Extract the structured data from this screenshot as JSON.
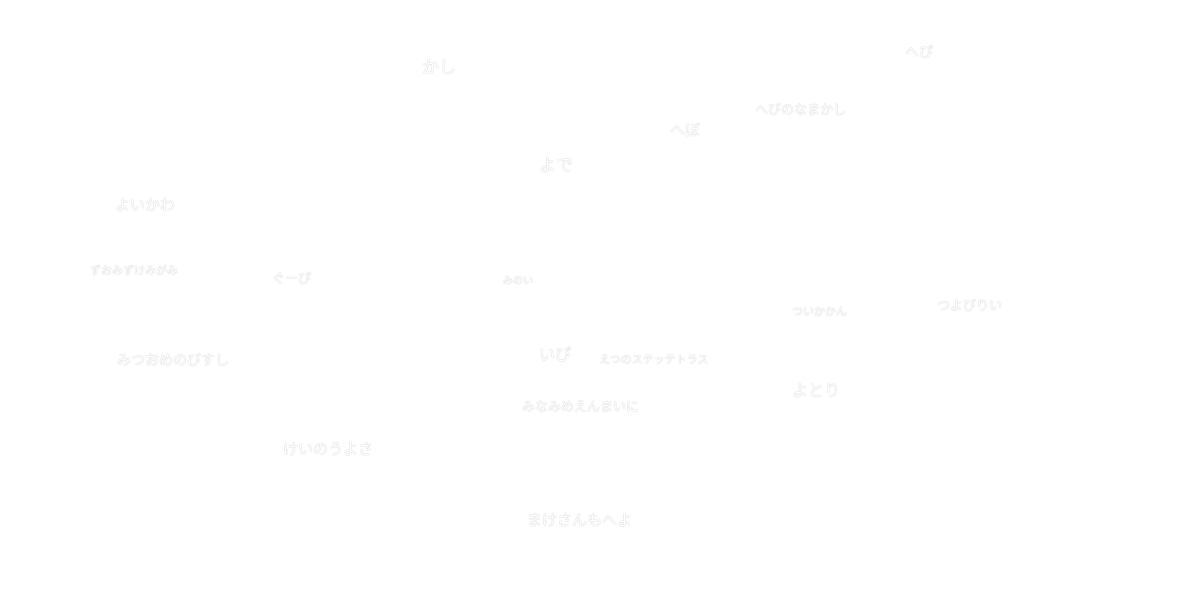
{
  "words": [
    {
      "text": "かし"
    },
    {
      "text": "へぴ"
    },
    {
      "text": "へびのなまかし"
    },
    {
      "text": "へぼ"
    },
    {
      "text": "よで"
    },
    {
      "text": "よいかわ"
    },
    {
      "text": "ずおみずけみがみ"
    },
    {
      "text": "ぐーぴ"
    },
    {
      "text": "みのい"
    },
    {
      "text": "ついかかん"
    },
    {
      "text": "つよびりい"
    },
    {
      "text": "みつおめのびすし"
    },
    {
      "text": "いぴ"
    },
    {
      "text": "えつのステッテトラス"
    },
    {
      "text": "よとり"
    },
    {
      "text": "みなみめえんまいに"
    },
    {
      "text": "けいのうよさ"
    },
    {
      "text": "まけさんもへよ"
    }
  ]
}
